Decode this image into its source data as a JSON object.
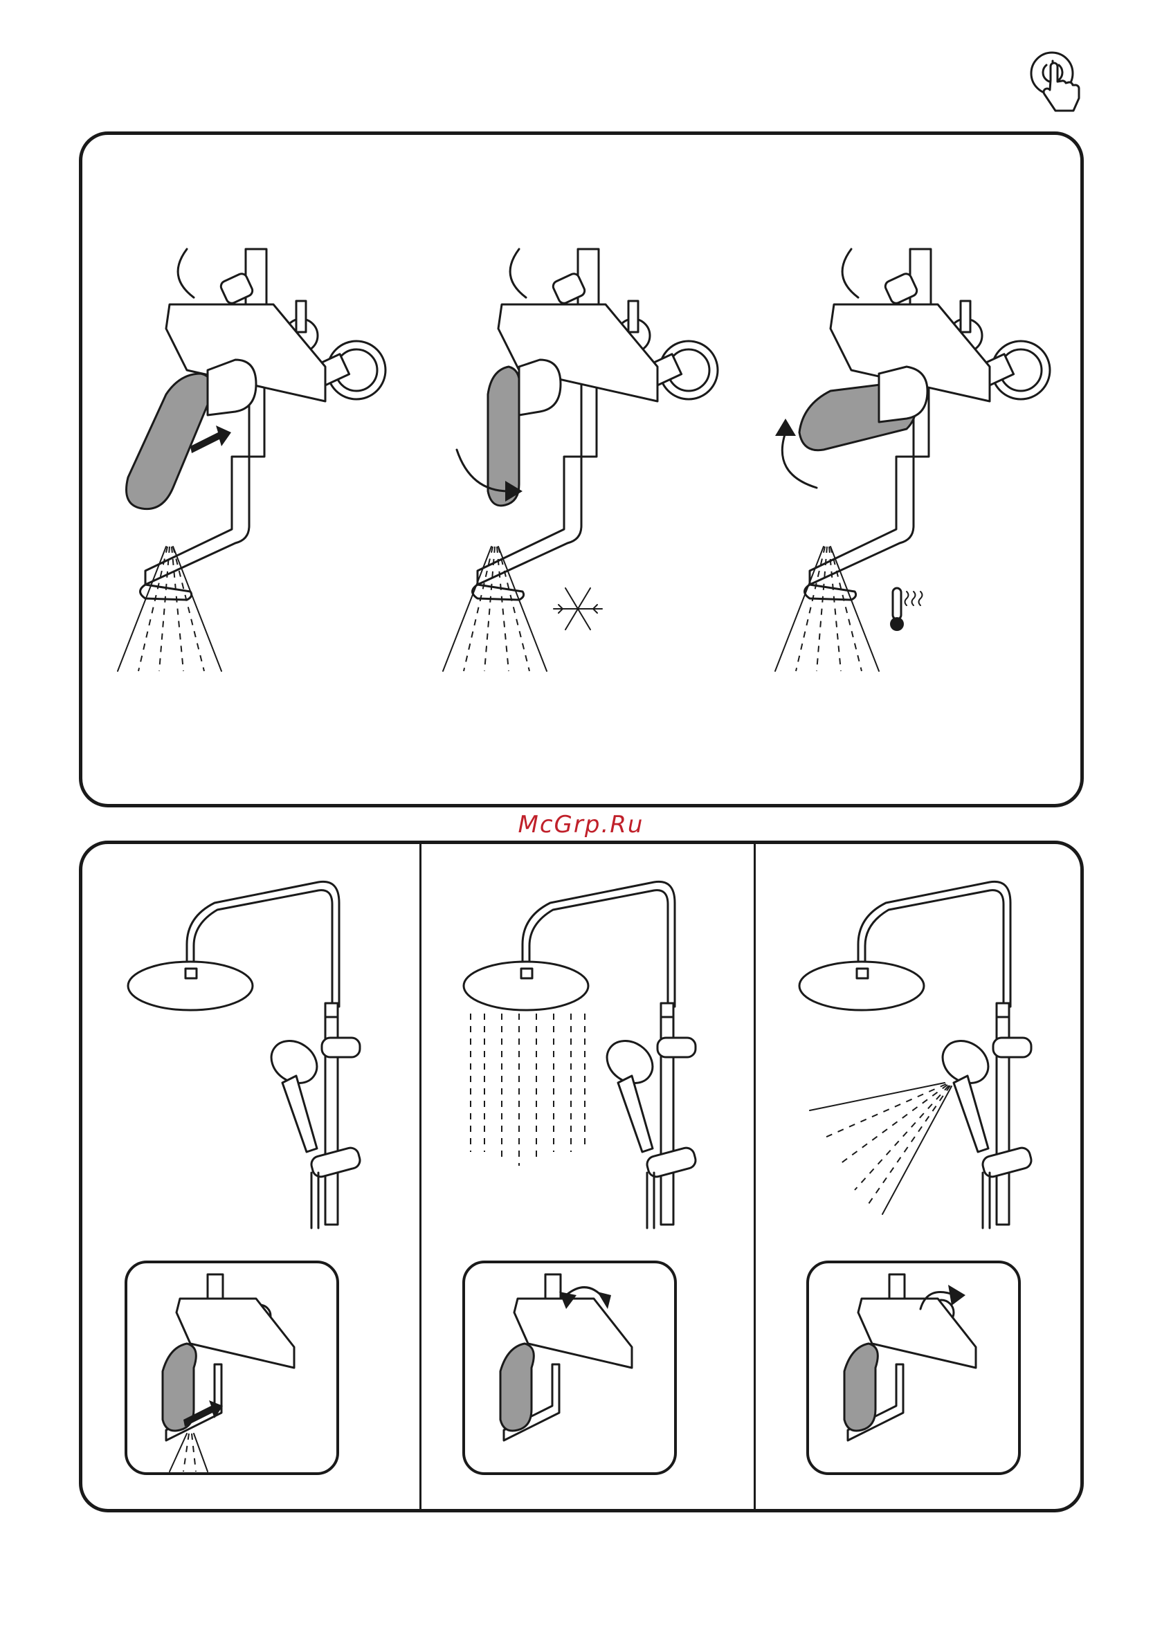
{
  "watermark": {
    "text": "McGrp.Ru",
    "color": "#c0202a"
  },
  "header": {
    "icon": "touch-power-icon"
  },
  "panels": {
    "top": {
      "steps": [
        {
          "icon": "pull-lever-arrow-icon",
          "temperature_icon": ""
        },
        {
          "icon": "rotate-right-arrow-icon",
          "temperature_icon": "snowflake-icon"
        },
        {
          "icon": "rotate-left-arrow-icon",
          "temperature_icon": "hot-thermometer-icon"
        }
      ]
    },
    "bottom": {
      "modes": [
        {
          "outlet": "bath-spout",
          "inset_action": "pull-lever-arrow-icon"
        },
        {
          "outlet": "overhead-shower",
          "inset_action": "turn-diverter-arrow-icon"
        },
        {
          "outlet": "hand-shower",
          "inset_action": "turn-diverter-arrow-icon"
        }
      ]
    }
  },
  "colors": {
    "outline": "#1a1a1a",
    "lever_fill": "#9a9a9a",
    "background": "#ffffff"
  }
}
